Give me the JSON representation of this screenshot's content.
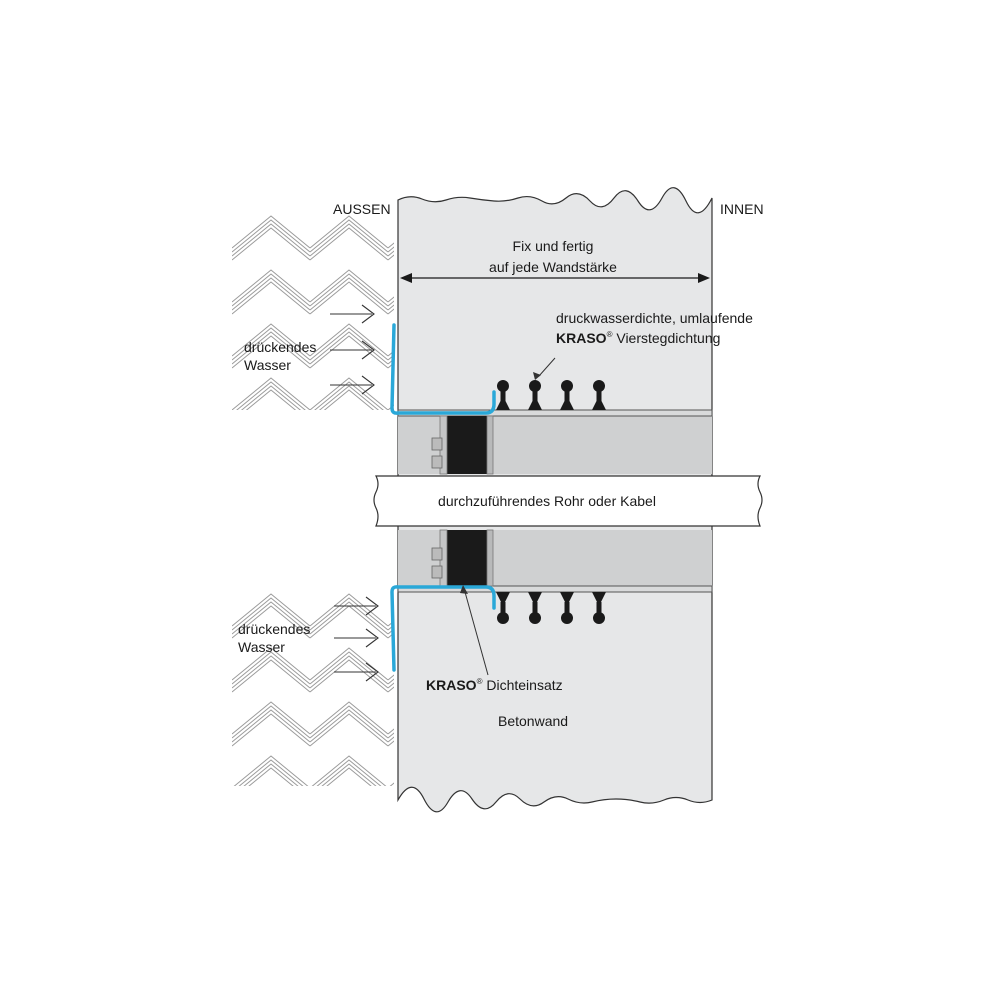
{
  "labels": {
    "outside": "AUSSEN",
    "inside": "INNEN",
    "dimension_line1": "Fix und fertig",
    "dimension_line2": "auf jede Wandstärke",
    "seal_line1": "druckwasserdichte, umlaufende",
    "seal_brand": "KRASO",
    "seal_reg": "®",
    "seal_line2_rest": " Vierstegdichtung",
    "water_top_line1": "drückendes",
    "water_top_line2": "Wasser",
    "water_bottom_line1": "drückendes",
    "water_bottom_line2": "Wasser",
    "pipe": "durchzuführendes Rohr oder Kabel",
    "insert_brand": "KRASO",
    "insert_reg": "®",
    "insert_rest": " Dichteinsatz",
    "wall": "Betonwand"
  },
  "colors": {
    "wall": "#e6e7e8",
    "sleeve": "#cfd0d1",
    "pipe": "#ffffff",
    "seal": "#1a1a1a",
    "waterproofing": "#2aa8d8",
    "hatch": "#9a9a9a",
    "outline": "#333333"
  },
  "icons": {
    "arrow": "arrow-right-icon",
    "bolt": "bolt-icon",
    "seal_rib": "seal-rib-icon"
  }
}
